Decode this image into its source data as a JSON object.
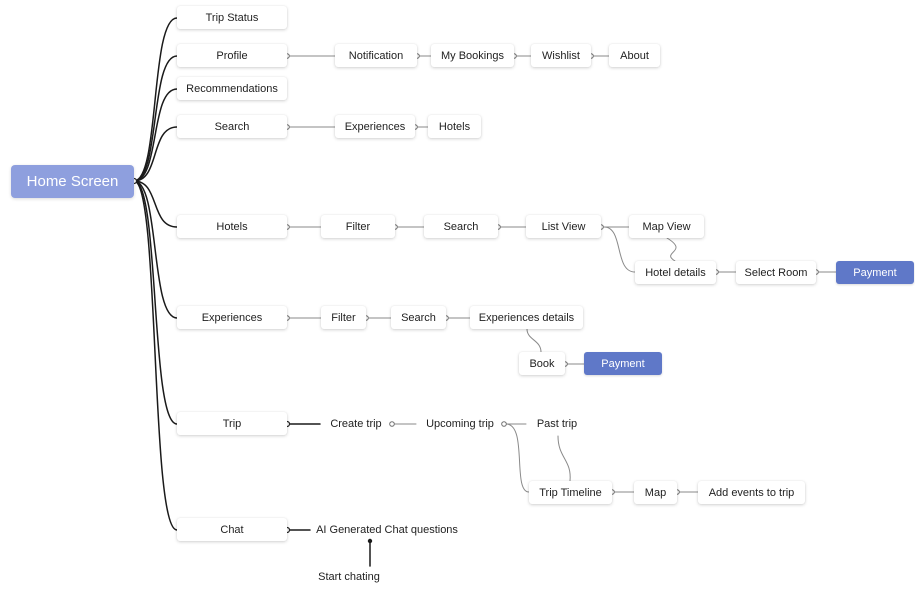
{
  "diagram": {
    "root": "Home Screen",
    "branches": {
      "trip_status": "Trip Status",
      "profile": "Profile",
      "recommendations": "Recommendations",
      "search": "Search",
      "hotels": "Hotels",
      "experiences": "Experiences",
      "trip": "Trip",
      "chat": "Chat"
    },
    "profile_flow": {
      "notification": "Notification",
      "my_bookings": "My Bookings",
      "wishlist": "Wishlist",
      "about": "About"
    },
    "search_flow": {
      "experiences": "Experiences",
      "hotels": "Hotels"
    },
    "hotels_flow": {
      "filter": "Filter",
      "search": "Search",
      "list_view": "List View",
      "map_view": "Map View",
      "hotel_details": "Hotel details",
      "select_room": "Select Room",
      "payment": "Payment"
    },
    "experiences_flow": {
      "filter": "Filter",
      "search": "Search",
      "experiences_details": "Experiences details",
      "book": "Book",
      "payment": "Payment"
    },
    "trip_flow": {
      "create_trip": "Create trip",
      "upcoming_trip": "Upcoming trip",
      "past_trip": "Past trip",
      "trip_timeline": "Trip Timeline",
      "map": "Map",
      "add_events": "Add events to trip"
    },
    "chat_flow": {
      "ai_questions": "AI Generated Chat questions",
      "start_chating": "Start chating"
    }
  }
}
